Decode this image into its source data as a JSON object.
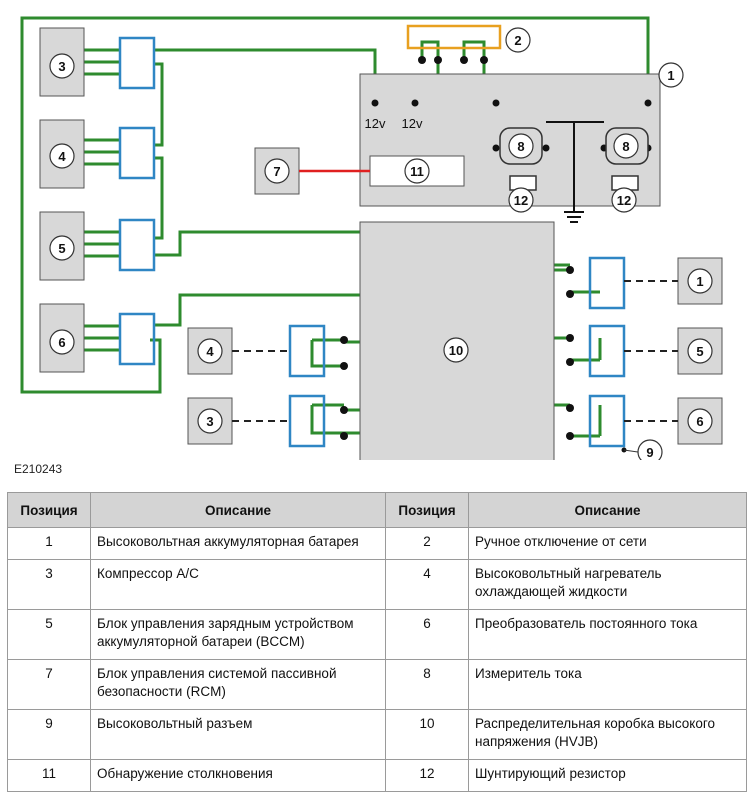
{
  "figure_id": "E210243",
  "diagram": {
    "battery_number": "1",
    "manual_disconnect_number": "2",
    "voltage_labels": [
      "12v",
      "12v"
    ],
    "left_components": [
      "3",
      "4",
      "5",
      "6"
    ],
    "rcm_number": "7",
    "current_sensor_numbers": [
      "8",
      "8"
    ],
    "crash_detect_number": "11",
    "shunt_numbers": [
      "12",
      "12"
    ],
    "hvjb_number": "10",
    "connector_number": "9",
    "bottom_left_components": [
      "4",
      "3"
    ],
    "right_components": [
      "1",
      "5",
      "6"
    ],
    "colors": {
      "wire": "#2e8b2e",
      "connector": "#2f86c4",
      "disconnect": "#e8a020",
      "crash_line": "#e02020",
      "component_fill": "#d8d8d8"
    }
  },
  "table": {
    "headers": [
      "Позиция",
      "Описание",
      "Позиция",
      "Описание"
    ],
    "rows": [
      {
        "pos1": "1",
        "desc1": "Высоковольтная аккумуляторная батарея",
        "pos2": "2",
        "desc2": "Ручное отключение от сети"
      },
      {
        "pos1": "3",
        "desc1": "Компрессор A/C",
        "pos2": "4",
        "desc2": "Высоковольтный нагреватель охлаждающей жидкости"
      },
      {
        "pos1": "5",
        "desc1": "Блок управления зарядным устройством аккумуляторной батареи (BCCM)",
        "pos2": "6",
        "desc2": "Преобразователь постоянного тока"
      },
      {
        "pos1": "7",
        "desc1": "Блок управления системой пассивной безопасности (RCM)",
        "pos2": "8",
        "desc2": "Измеритель тока"
      },
      {
        "pos1": "9",
        "desc1": "Высоковольтный разъем",
        "pos2": "10",
        "desc2": "Распределительная коробка высокого напряжения (HVJB)"
      },
      {
        "pos1": "11",
        "desc1": "Обнаружение столкновения",
        "pos2": "12",
        "desc2": "Шунтирующий резистор"
      }
    ]
  }
}
